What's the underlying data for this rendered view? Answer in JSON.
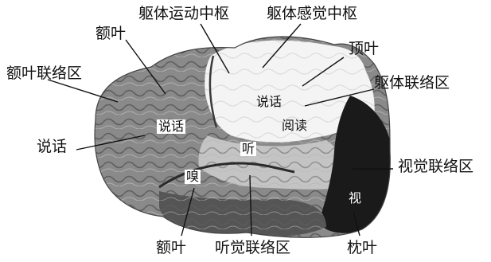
{
  "labels": {
    "motor_cortex": "躯体运动中枢",
    "sensory_cortex": "躯体感觉中枢",
    "frontal_lobe_top": "额叶",
    "parietal_lobe": "顶叶",
    "frontal_association": "额叶联络区",
    "somatic_association": "躯体联络区",
    "speech_left": "说话",
    "visual_association": "视觉联络区",
    "frontal_lobe_bottom": "额叶",
    "auditory_association": "听觉联络区",
    "occipital_lobe": "枕叶"
  },
  "regions": {
    "speech_box": "说话",
    "speech_upper": "说话",
    "reading": "阅读",
    "hearing": "听",
    "smell": "嗅",
    "vision": "视"
  },
  "colors": {
    "cortex_gray": "#8a8a8a",
    "dark_region": "#1a1a1a",
    "light_region": "#f4f4f4"
  }
}
